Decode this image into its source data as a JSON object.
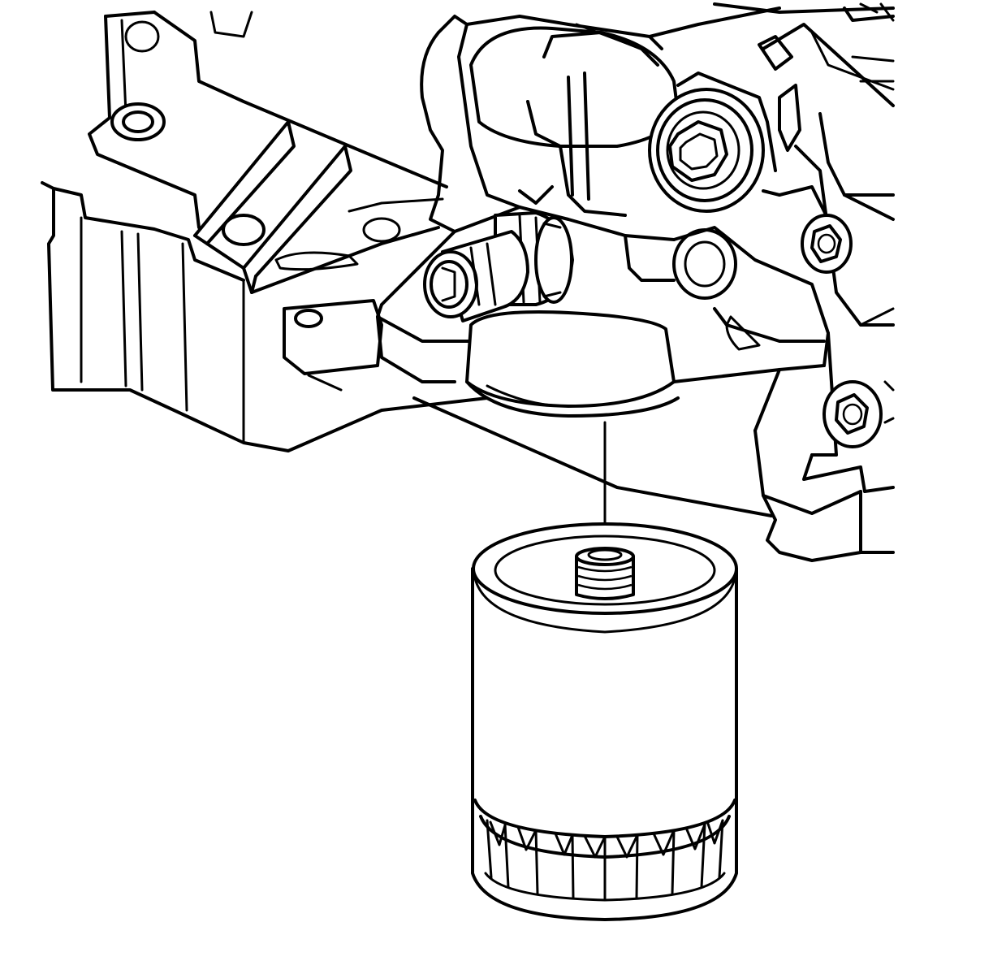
{
  "diagram": {
    "components": [
      "engine-block",
      "oil-filter-adapter",
      "oil-pressure-sensor",
      "oil-filter"
    ],
    "colors": {
      "line": "#000000",
      "background": "#ffffff"
    }
  }
}
